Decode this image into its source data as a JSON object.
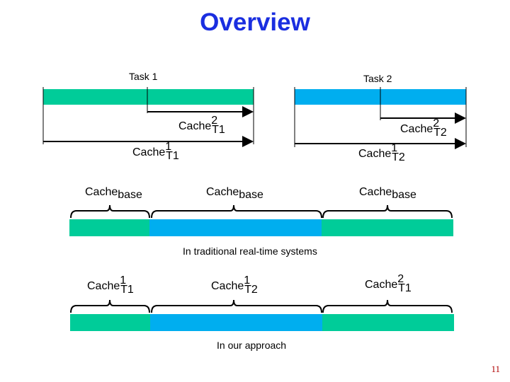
{
  "title": "Overview",
  "tasks": [
    {
      "label": "Task 1"
    },
    {
      "label": "Task 2"
    }
  ],
  "cache_labels": {
    "t1_cache_2": {
      "main": "Cache",
      "sup": "2",
      "sub": "T1"
    },
    "t1_cache_1": {
      "main": "Cache",
      "sup": "1",
      "sub": "T1"
    },
    "t2_cache_2": {
      "main": "Cache",
      "sup": "2",
      "sub": "T2"
    },
    "t2_cache_1": {
      "main": "Cache",
      "sup": "1",
      "sub": "T2"
    }
  },
  "traditional": {
    "braces": [
      {
        "main": "Cache",
        "sup": "",
        "sub": "base"
      },
      {
        "main": "Cache",
        "sup": "",
        "sub": "base"
      },
      {
        "main": "Cache",
        "sup": "",
        "sub": "base"
      }
    ],
    "caption": "In traditional real-time systems"
  },
  "approach": {
    "braces": [
      {
        "main": "Cache",
        "sup": "1",
        "sub": "T1"
      },
      {
        "main": "Cache",
        "sup": "1",
        "sub": "T2"
      },
      {
        "main": "Cache",
        "sup": "2",
        "sub": "T1"
      }
    ],
    "caption": "In our approach"
  },
  "colors": {
    "task1": "#00cc99",
    "task2": "#00aeef",
    "title": "#1a2ee0"
  },
  "page_number": "11"
}
